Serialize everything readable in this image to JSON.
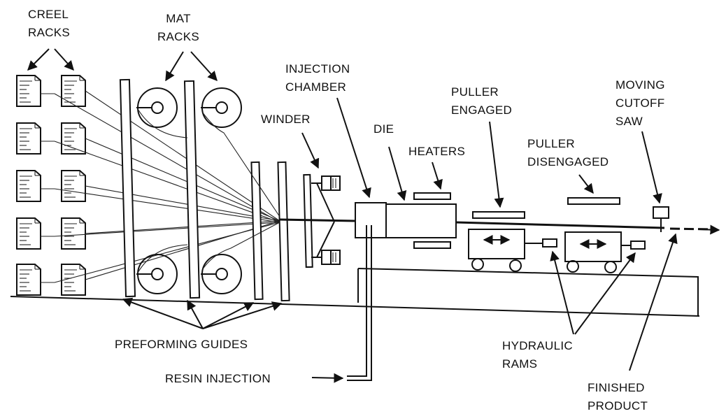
{
  "labels": {
    "creel_racks": [
      "CREEL",
      "RACKS"
    ],
    "mat_racks": [
      "MAT",
      "RACKS"
    ],
    "injection_chamber": [
      "INJECTION",
      "CHAMBER"
    ],
    "winder": "WINDER",
    "die": "DIE",
    "heaters": "HEATERS",
    "puller_engaged": [
      "PULLER",
      "ENGAGED"
    ],
    "puller_disengaged": [
      "PULLER",
      "DISENGAGED"
    ],
    "moving_cutoff_saw": [
      "MOVING",
      "CUTOFF",
      "SAW"
    ],
    "preforming_guides": "PREFORMING GUIDES",
    "resin_injection": "RESIN INJECTION",
    "hydraulic_rams": [
      "HYDRAULIC",
      "RAMS"
    ],
    "finished_product": [
      "FINISHED",
      "PRODUCT"
    ]
  },
  "icons": {
    "arrow": "arrow-icon",
    "double_arrow": "double-arrow-icon"
  }
}
